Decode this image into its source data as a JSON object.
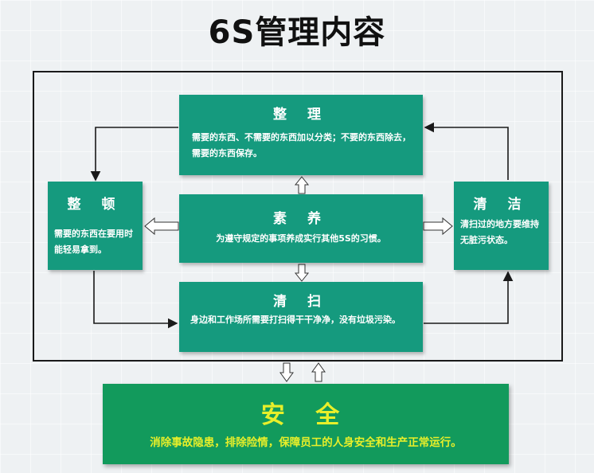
{
  "title": "6S管理内容",
  "nodes": {
    "zhengli": {
      "heading": "整  理",
      "text": "需要的东西、不需要的东西加以分类；不要的东西除去，需要的东西保存。"
    },
    "zhengdun": {
      "heading": "整  顿",
      "text": "需要的东西在要用时能轻易拿到。"
    },
    "suyang": {
      "heading": "素  养",
      "text": "为遵守规定的事项养成实行其他5S的习惯。"
    },
    "qingjie": {
      "heading": "清  洁",
      "text": "清扫过的地方要维持无脏污状态。"
    },
    "qingsao": {
      "heading": "清  扫",
      "text": "身边和工作场所需要打扫得干干净净，没有垃圾污染。"
    },
    "anquan": {
      "heading": "安  全",
      "text": "消除事故隐患，排除险情，保障员工的人身安全和生产正常运行。"
    }
  },
  "colors": {
    "box": "#159a7e",
    "safety": "#129a5c",
    "safety_text": "#e8ef2a"
  }
}
